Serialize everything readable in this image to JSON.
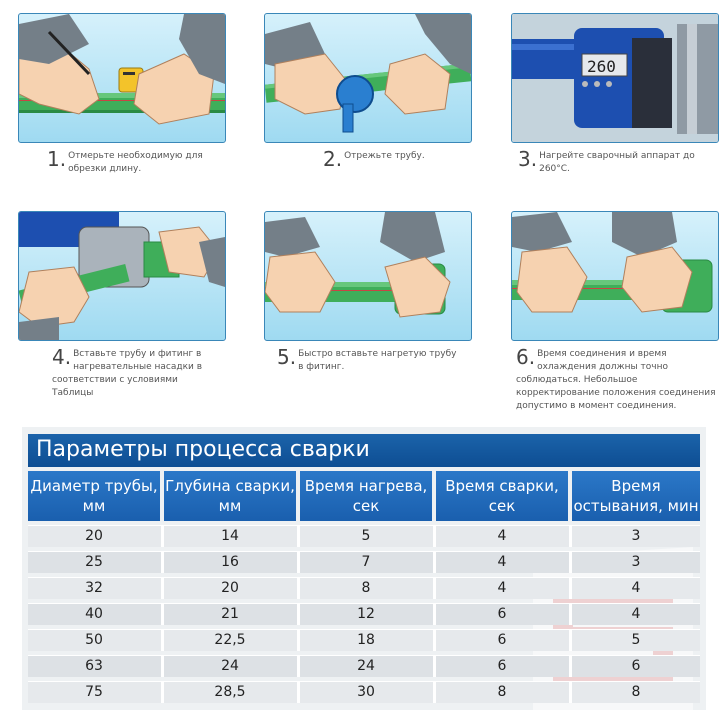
{
  "steps": [
    {
      "num": "1.",
      "text": "Отмерьте необходимую для обрезки длину."
    },
    {
      "num": "2.",
      "text": "Отрежьте трубу."
    },
    {
      "num": "3.",
      "text": "Нагрейте сварочный аппарат до 260°С."
    },
    {
      "num": "4.",
      "text": "Вставьте трубу и фитинг в нагревательные насадки в соответствии с условиями Таблицы"
    },
    {
      "num": "5.",
      "text": "Быстро вставьте нагретую трубу в фитинг."
    },
    {
      "num": "6.",
      "text": "Время соединения и время охлаждения должны точно соблюдаться. Небольшое корректирование положения соединения допустимо в момент соединения."
    }
  ],
  "device_display": "260",
  "table": {
    "title": "Параметры процесса сварки",
    "headers": [
      "Диаметр трубы, мм",
      "Глубина сварки, мм",
      "Время нагрева, сек",
      "Время сварки, сек",
      "Время остывания, мин"
    ],
    "rows": [
      [
        "20",
        "14",
        "5",
        "4",
        "3"
      ],
      [
        "25",
        "16",
        "7",
        "4",
        "3"
      ],
      [
        "32",
        "20",
        "8",
        "4",
        "4"
      ],
      [
        "40",
        "21",
        "12",
        "6",
        "4"
      ],
      [
        "50",
        "22,5",
        "18",
        "6",
        "5"
      ],
      [
        "63",
        "24",
        "24",
        "6",
        "6"
      ],
      [
        "75",
        "28,5",
        "30",
        "8",
        "8"
      ]
    ]
  },
  "colors": {
    "pipe": "#3fae5a",
    "pipe_dark": "#2a8a44",
    "sky": "#b9e5f5",
    "header_blue": "#1f6bb8",
    "title_blue": "#1257a0",
    "row_gray": "#e4e7ea",
    "device_blue": "#1d4fb0"
  }
}
